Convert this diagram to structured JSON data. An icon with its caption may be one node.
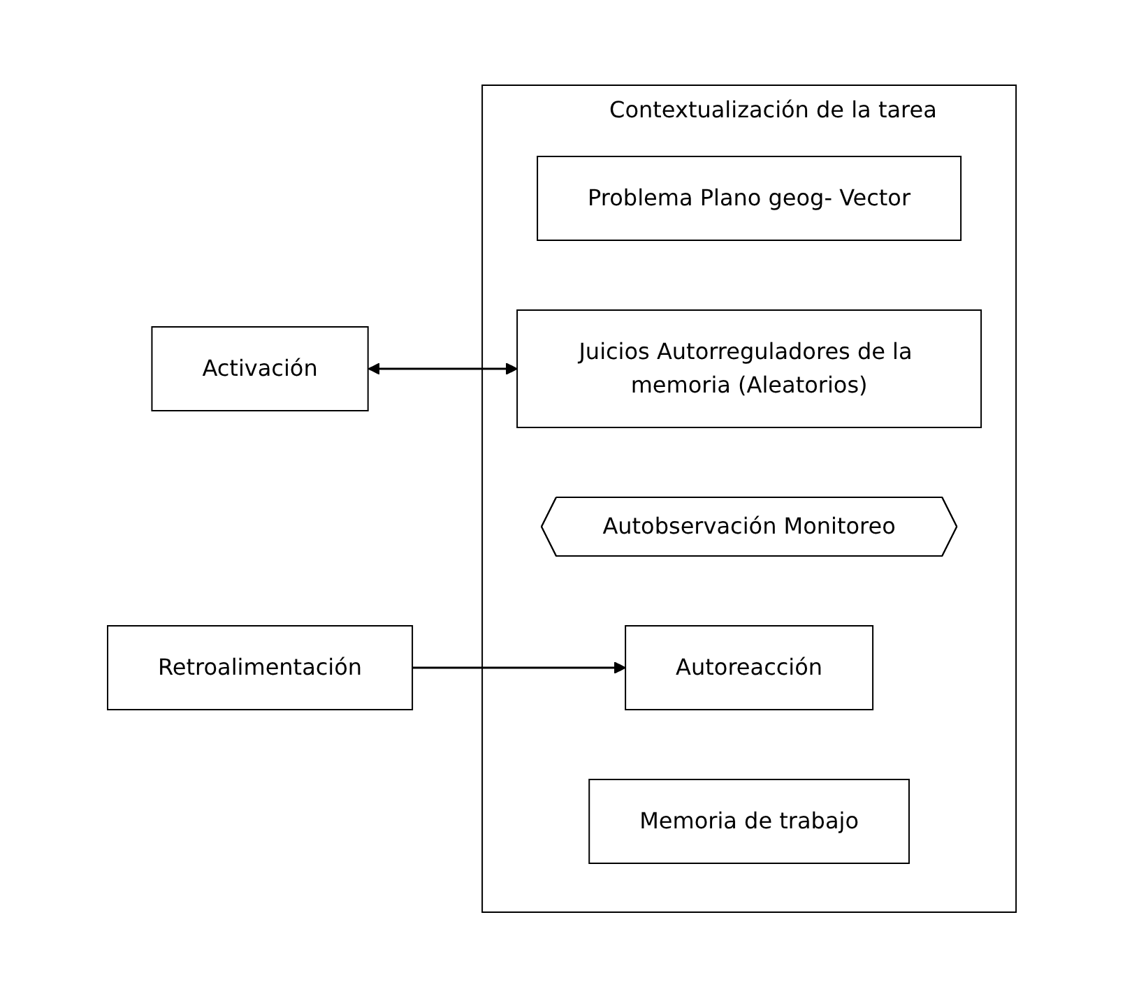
{
  "diagram": {
    "nodes": [
      {
        "text": [
          "Contextualización de la tarea"
        ]
      },
      {
        "text": [
          "Problema Plano geog- Vector"
        ],
        "in": 0
      },
      {
        "text": [
          "Activación"
        ]
      },
      {
        "text": [
          "Juicios Autorreguladores de la memoria (Aleatorios)"
        ],
        "in": 0
      },
      {
        "text": [
          "Autobservación Monitoreo"
        ],
        "in": 0
      },
      {
        "text": [
          "Retroalimentación"
        ]
      },
      {
        "text": [
          "Autoreacción"
        ],
        "in": 0
      },
      {
        "text": [
          "Memoria de trabajo"
        ],
        "in": 0
      }
    ],
    "edges": [
      {
        "from": 2,
        "to": 3,
        "arrow": "both"
      },
      {
        "from": 5,
        "to": 6,
        "arrow": "to"
      }
    ]
  }
}
